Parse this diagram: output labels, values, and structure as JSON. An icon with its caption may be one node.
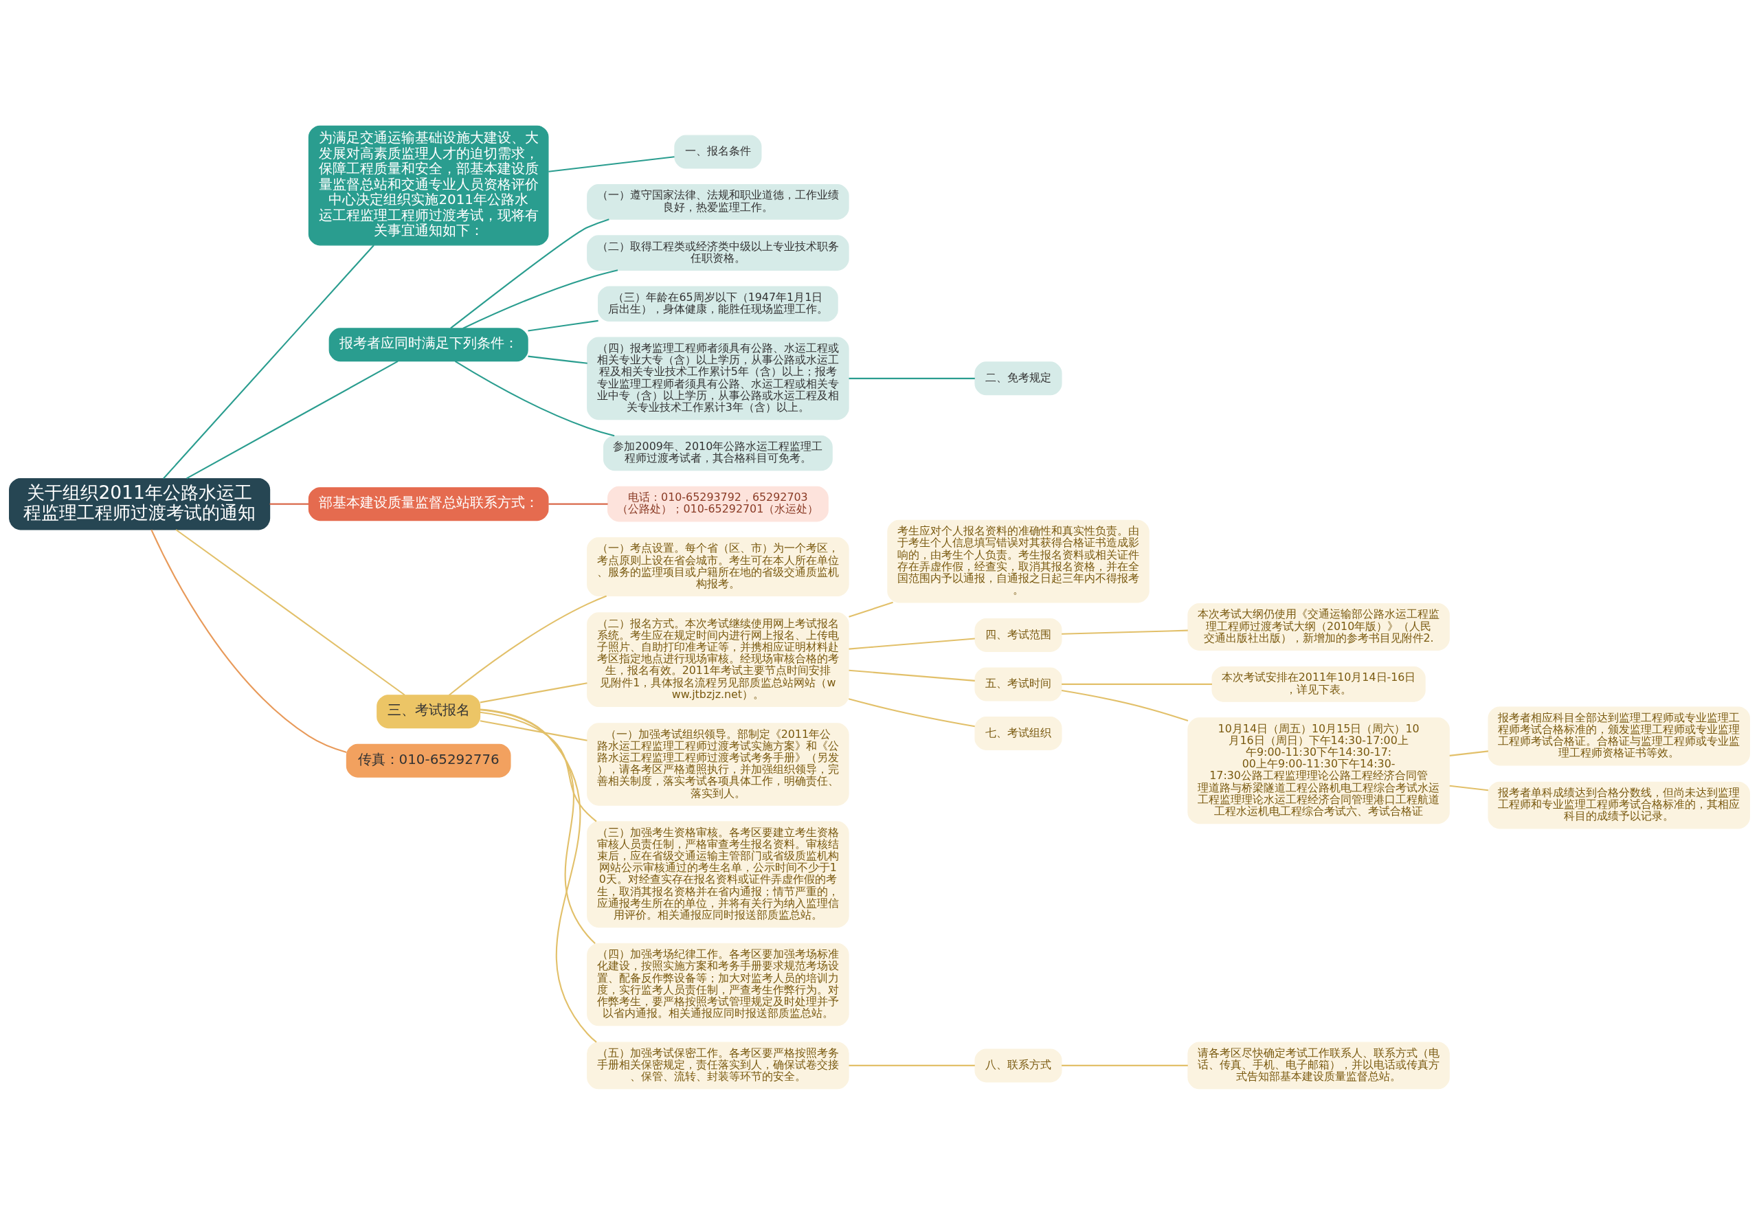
{
  "diagram": {
    "nodes": [
      {
        "text": [
          "关于组织2011年公路水运工程监理工程师过渡考试的通知"
        ]
      },
      {
        "text": [
          "为满足交通运输基础设施大建设、大发展对高素质监理人才的迫切需求，保障工程质量和安全，部基本建设质量监督总站和交通专业人员资格评价中心决定组织实施2011年公路水运工程监理工程师过渡考试，现将有关事宜通知如下："
        ]
      },
      {
        "text": [
          "一、报名条件"
        ]
      },
      {
        "text": [
          "报考者应同时满足下列条件："
        ]
      },
      {
        "text": [
          "（一）遵守国家法律、法规和职业道德，工作业绩良好，热爱监理工作。"
        ]
      },
      {
        "text": [
          "（二）取得工程类或经济类中级以上专业技术职务任职资格。"
        ]
      },
      {
        "text": [
          "（三）年龄在65周岁以下（1947年1月1日后出生），身体健康，能胜任现场监理工作。"
        ]
      },
      {
        "text": [
          "（四）报考监理工程师者须具有公路、水运工程或相关专业大专（含）以上学历，从事公路或水运工程及相关专业技术工作累计5年（含）以上；报考专业监理工程师者须具有公路、水运工程或相关专业中专（含）以上学历，从事公路或水运工程及相关专业技术工作累计3年（含）以上。"
        ]
      },
      {
        "text": [
          "参加2009年、2010年公路水运工程监理工程师过渡考试者，其合格科目可免考。"
        ]
      },
      {
        "text": [
          "二、免考规定"
        ]
      },
      {
        "text": [
          "部基本建设质量监督总站联系方式："
        ]
      },
      {
        "text": [
          "电话：010-65293792，65292703（公路处）；010-65292701（水运处）"
        ]
      },
      {
        "text": [
          "三、考试报名"
        ]
      },
      {
        "text": [
          "（一）考点设置。每个省（区、市）为一个考区，考点原则上设在省会城市。考生可在本人所在单位、服务的监理项目或户籍所在地的省级交通质监机构报考。"
        ]
      },
      {
        "text": [
          "（二）报名方式。本次考试继续使用网上考试报名系统。考生应在规定时间内进行网上报名、上传电子照片、自助打印准考证等，并携相应证明材料赴考区指定地点进行现场审核。经现场审核合格的考生，报名有效。2011年考试主要节点时间安排见附件1，具体报名流程另见部质监总站网站（www.jtbzjz.net）。"
        ]
      },
      {
        "text": [
          "考生应对个人报名资料的准确性和真实性负责。由于考生个人信息填写错误对其获得合格证书造成影响的，由考生个人负责。考生报名资料或相关证件存在弄虚作假，经查实，取消其报名资格，并在全国范围内予以通报，自通报之日起三年内不得报考。"
        ]
      },
      {
        "text": [
          "四、考试范围"
        ]
      },
      {
        "text": [
          "本次考试大纲仍使用《交通运输部公路水运工程监理工程师过渡考试大纲（2010年版）》（人民交通出版社出版），新增加的参考书目见附件2."
        ]
      },
      {
        "text": [
          "五、考试时间"
        ]
      },
      {
        "text": [
          "本次考试安排在2011年10月14日-16日，详见下表。"
        ]
      },
      {
        "text": [
          "10月14日（周五）10月15日（周六）10月16日（周日）下午14:30-17:00上午9:00-11:30下午14:30-17:00上午9:00-11:30下午14:30-17:30公路工程监理理论公路工程经济合同管理道路与桥梁隧道工程公路机电工程综合考试水运工程监理理论水运工程经济合同管理港口工程航道工程水运机电工程综合考试六、考试合格证"
        ]
      },
      {
        "text": [
          "报考者相应科目全部达到监理工程师或专业监理工程师考试合格标准的，颁发监理工程师或专业监理工程师考试合格证。合格证与监理工程师或专业监理工程师资格证书等效。"
        ]
      },
      {
        "text": [
          "报考者单科成绩达到合格分数线，但尚未达到监理工程师和专业监理工程师考试合格标准的，其相应科目的成绩予以记录。"
        ]
      },
      {
        "text": [
          "七、考试组织"
        ]
      },
      {
        "text": [
          "（一）加强考试组织领导。部制定《2011年公路水运工程监理工程师过渡考试实施方案》和《公路水运工程监理工程师过渡考试考务手册》（另发），请各考区严格遵照执行，并加强组织领导，完善相关制度，落实考试各项具体工作，明确责任、落实到人。"
        ]
      },
      {
        "text": [
          "（三）加强考生资格审核。各考区要建立考生资格审核人员责任制，严格审查考生报名资料。审核结束后，应在省级交通运输主管部门或省级质监机构网站公示审核通过的考生名单，公示时间不少于10天。对经查实存在报名资料或证件弄虚作假的考生，取消其报名资格并在省内通报；情节严重的，应通报考生所在的单位，并将有关行为纳入监理信用评价。相关通报应同时报送部质监总站。"
        ]
      },
      {
        "text": [
          "（四）加强考场纪律工作。各考区要加强考场标准化建设，按照实施方案和考务手册要求规范考场设置、配备反作弊设备等；加大对监考人员的培训力度，实行监考人员责任制，严查考生作弊行为。对作弊考生，要严格按照考试管理规定及时处理并予以省内通报。相关通报应同时报送部质监总站。"
        ]
      },
      {
        "text": [
          "（五）加强考试保密工作。各考区要严格按照考务手册相关保密规定，责任落实到人，确保试卷交接、保管、流转、封装等环节的安全。"
        ]
      },
      {
        "text": [
          "八、联系方式"
        ]
      },
      {
        "text": [
          "请各考区尽快确定考试工作联系人、联系方式（电话、传真、手机、电子邮箱），并以电话或传真方式告知部基本建设质量监督总站。"
        ]
      },
      {
        "text": [
          "传真：010-65292776"
        ]
      }
    ],
    "edges": [
      {
        "from": 0,
        "to": 1,
        "arrow": "none",
        "color": "#2a9d8f"
      },
      {
        "from": 1,
        "to": 2,
        "arrow": "none",
        "color": "#2a9d8f"
      },
      {
        "from": 0,
        "to": 3,
        "arrow": "none",
        "color": "#2a9d8f"
      },
      {
        "from": 3,
        "to": 4,
        "arrow": "none",
        "color": "#2a9d8f"
      },
      {
        "from": 3,
        "to": 5,
        "arrow": "none",
        "color": "#2a9d8f"
      },
      {
        "from": 3,
        "to": 6,
        "arrow": "none",
        "color": "#2a9d8f"
      },
      {
        "from": 3,
        "to": 7,
        "arrow": "none",
        "color": "#2a9d8f"
      },
      {
        "from": 3,
        "to": 8,
        "arrow": "none",
        "color": "#2a9d8f"
      },
      {
        "from": 7,
        "to": 9,
        "arrow": "none",
        "color": "#2a9d8f"
      },
      {
        "from": 0,
        "to": 10,
        "arrow": "none",
        "color": "#d9694a"
      },
      {
        "from": 10,
        "to": 11,
        "arrow": "none",
        "color": "#d9694a"
      },
      {
        "from": 0,
        "to": 12,
        "arrow": "none"
      },
      {
        "from": 12,
        "to": 13,
        "arrow": "none"
      },
      {
        "from": 12,
        "to": 14,
        "arrow": "none"
      },
      {
        "from": 14,
        "to": 15,
        "arrow": "none"
      },
      {
        "from": 14,
        "to": 16,
        "arrow": "none"
      },
      {
        "from": 16,
        "to": 17,
        "arrow": "none"
      },
      {
        "from": 14,
        "to": 18,
        "arrow": "none"
      },
      {
        "from": 18,
        "to": 19,
        "arrow": "none"
      },
      {
        "from": 18,
        "to": 20,
        "arrow": "none"
      },
      {
        "from": 20,
        "to": 21,
        "arrow": "none"
      },
      {
        "from": 20,
        "to": 22,
        "arrow": "none"
      },
      {
        "from": 14,
        "to": 23,
        "arrow": "none"
      },
      {
        "from": 12,
        "to": 24,
        "arrow": "none"
      },
      {
        "from": 12,
        "to": 25,
        "arrow": "none"
      },
      {
        "from": 12,
        "to": 26,
        "arrow": "none"
      },
      {
        "from": 12,
        "to": 27,
        "arrow": "none"
      },
      {
        "from": 27,
        "to": 28,
        "arrow": "none"
      },
      {
        "from": 28,
        "to": 29,
        "arrow": "none"
      },
      {
        "from": 0,
        "to": 30,
        "arrow": "none",
        "color": "#e89a5a"
      }
    ]
  }
}
